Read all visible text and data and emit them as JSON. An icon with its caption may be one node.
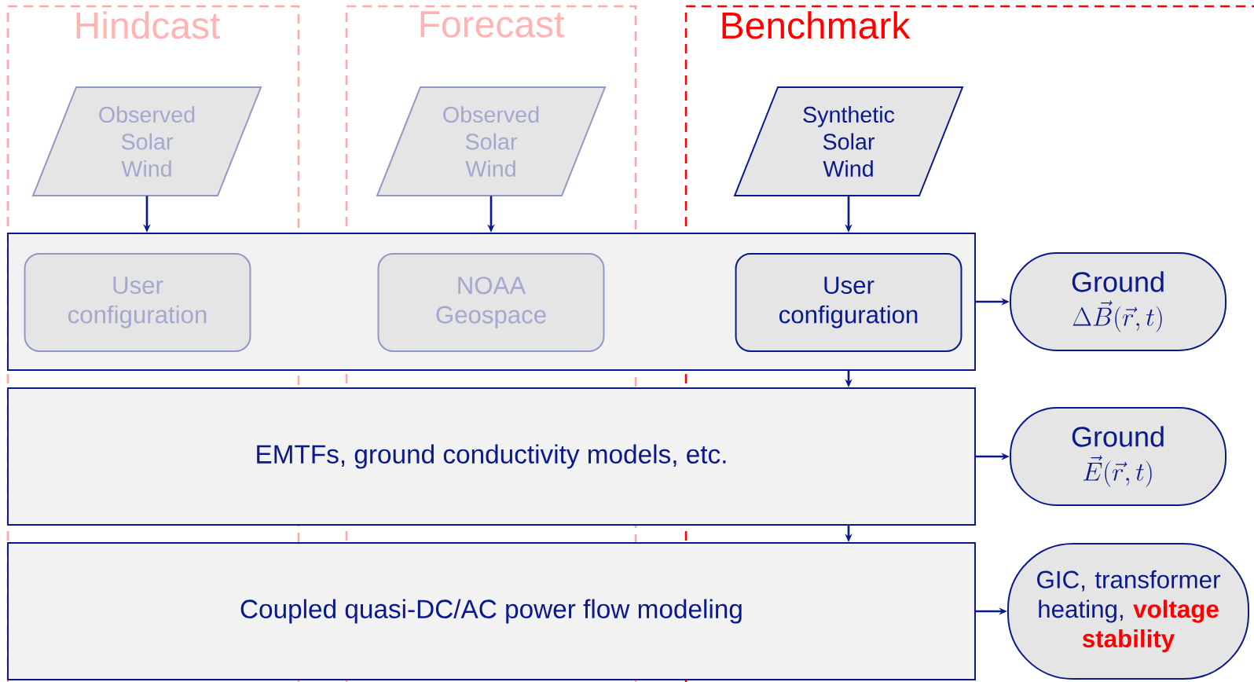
{
  "diagram": {
    "nodes": [
      {
        "text": [
          "Hindcast"
        ]
      },
      {
        "text": [
          "Forecast"
        ]
      },
      {
        "text": [
          "Benchmark"
        ]
      },
      {
        "text": [
          "Observed Solar Wind"
        ],
        "in": 0
      },
      {
        "text": [
          "Observed Solar Wind"
        ],
        "in": 1
      },
      {
        "text": [
          "Synthetic Solar Wind"
        ],
        "in": 2
      },
      {
        "text": [],
        "shape": "box"
      },
      {
        "text": [
          "User configuration"
        ]
      },
      {
        "text": [
          "NOAA Geospace"
        ]
      },
      {
        "text": [
          "User configuration"
        ]
      },
      {
        "text": [
          "Ground",
          "\\Delta\\vec{B}(\\vec{r},t)"
        ],
        "in": 2
      },
      {
        "text": [
          "EMTFs, ground conductivity models, etc."
        ]
      },
      {
        "text": [
          "Ground",
          "\\vec{E}(\\vec{r},t)"
        ],
        "in": 2
      },
      {
        "text": [
          "Coupled quasi-DC/AC power flow modeling"
        ]
      },
      {
        "text": [
          "GIC, transformer heating,",
          "voltage stability"
        ],
        "in": 2
      }
    ],
    "edges": [
      {
        "from": 3,
        "to": 6,
        "arrow": "to"
      },
      {
        "from": 4,
        "to": 6,
        "arrow": "to"
      },
      {
        "from": 5,
        "to": 6,
        "arrow": "to"
      },
      {
        "from": 6,
        "to": 10,
        "arrow": "to"
      },
      {
        "from": 6,
        "to": 11,
        "arrow": "to"
      },
      {
        "from": 11,
        "to": 12,
        "arrow": "to"
      },
      {
        "from": 11,
        "to": 13,
        "arrow": "to"
      },
      {
        "from": 13,
        "to": 14,
        "arrow": "to"
      }
    ]
  }
}
